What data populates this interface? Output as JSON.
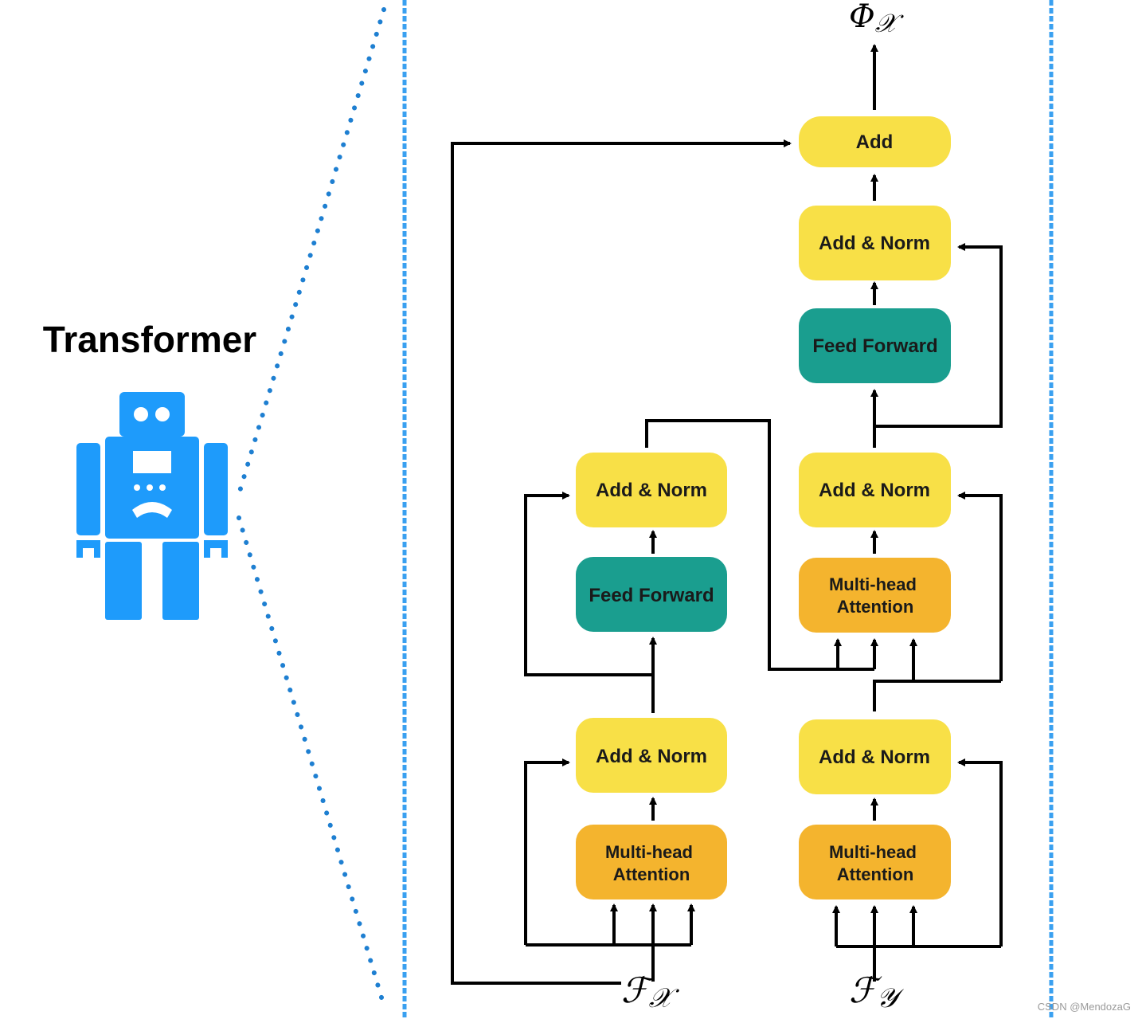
{
  "left": {
    "title": "Transformer"
  },
  "math": {
    "output": {
      "sym": "Φ",
      "sub": "𝒳"
    },
    "input_x": {
      "sym": "ℱ",
      "sub": "𝒳"
    },
    "input_y": {
      "sym": "ℱ",
      "sub": "𝒴"
    }
  },
  "boxes": {
    "top_add": "Add",
    "right_top_addnorm": "Add & Norm",
    "right_top_ff": "Feed Forward",
    "left_top_addnorm": "Add & Norm",
    "left_ff": "Feed Forward",
    "right_mid_addnorm": "Add & Norm",
    "right_mid_mha": [
      "Multi-head",
      "Attention"
    ],
    "left_bottom_addnorm": "Add & Norm",
    "right_bottom_addnorm": "Add & Norm",
    "left_mha": [
      "Multi-head",
      "Attention"
    ],
    "right_bottom_mha": [
      "Multi-head",
      "Attention"
    ]
  },
  "colors": {
    "add_norm": "#f8e047",
    "feed_forward": "#1a9e8f",
    "multi_head": "#f4b42e",
    "robot": "#1e9bfb",
    "dotted": "#1e7fd1",
    "panel_border": "#3aa0f0"
  },
  "watermark": "CSDN @MendozaG"
}
